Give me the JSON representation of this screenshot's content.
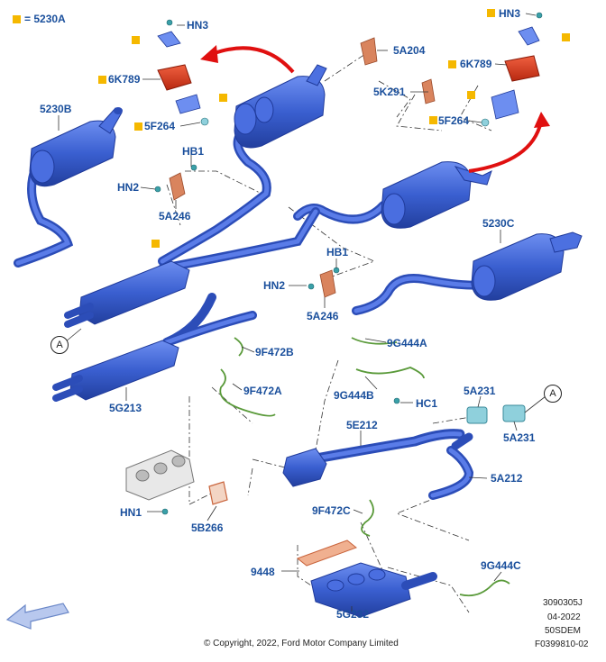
{
  "legend": {
    "text": "= 5230A"
  },
  "parts": {
    "hn3_left": "HN3",
    "k6789_left": "6K789",
    "f5264_left": "5F264",
    "b5230": "5230B",
    "hb1_upper": "HB1",
    "hn2_upper": "HN2",
    "a5246_upper": "5A246",
    "a5204": "5A204",
    "k5291": "5K291",
    "hn3_right": "HN3",
    "k6789_right": "6K789",
    "f5264_right": "5F264",
    "c5230": "5230C",
    "hb1_lower": "HB1",
    "hn2_lower": "HN2",
    "a5246_lower": "5A246",
    "callout_a_left": "A",
    "f9472b": "9F472B",
    "f9472a": "9F472A",
    "g5213": "5G213",
    "g9444a": "9G444A",
    "g9444b": "9G444B",
    "hc1": "HC1",
    "a5231_top": "5A231",
    "callout_a_right": "A",
    "a5231_bottom": "5A231",
    "e5212": "5E212",
    "a5212": "5A212",
    "hn1": "HN1",
    "b5266": "5B266",
    "f9472c": "9F472C",
    "p9448": "9448",
    "g5232": "5G232",
    "g9444c": "9G444C"
  },
  "meta": {
    "doc_number": "3090305J",
    "date": "04-2022",
    "code": "50SDEM",
    "figure_id": "F0399810-02",
    "copyright": "© Copyright, 2022, Ford Motor Company Limited"
  },
  "colors": {
    "pipe_blue": "#3a5fd0",
    "pipe_dark": "#1f3a9a",
    "label_blue": "#1a4f9c",
    "bracket_orange": "#c9643c",
    "actuator_red": "#d93a20",
    "arrow_red": "#e01010",
    "sensor_green": "#5a9a3a",
    "legend_yellow": "#f5b800",
    "hardware_teal": "#3aa0a8",
    "nav_arrow": "#6b88c8"
  }
}
